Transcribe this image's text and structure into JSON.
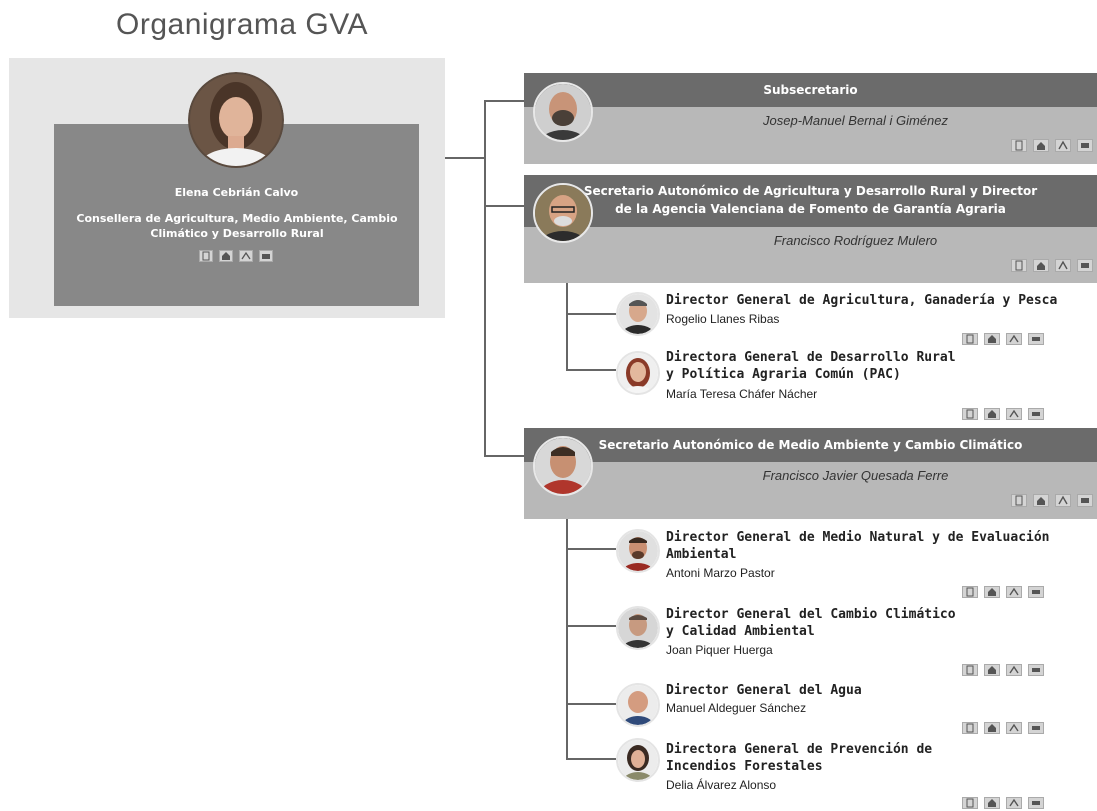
{
  "page": {
    "title": "Organigrama GVA"
  },
  "top": {
    "name": "Elena Cebrián Calvo",
    "role": "Consellera de Agricultura, Medio Ambiente, Cambio Climático y Desarrollo Rural",
    "avatar": "portrait-woman-brown-hair"
  },
  "colors": {
    "header_dark": "#6b6b6b",
    "card_gray": "#b8b8b8",
    "top_inner": "#888888",
    "top_bg": "#e6e6e6",
    "line": "#666666"
  },
  "icon_names": [
    "document-icon",
    "home-icon",
    "signature-icon",
    "mail-icon"
  ],
  "secretaries": [
    {
      "title": "Subsecretario",
      "name": "Josep-Manuel Bernal i Giménez",
      "avatar": "portrait-bald-man-beard"
    },
    {
      "title_line1": "Secretario Autonómico de Agricultura y Desarrollo Rural y Director",
      "title_line2": "de la Agencia Valenciana de Fomento de Garantía Agraria",
      "name": "Francisco Rodríguez Mulero",
      "avatar": "portrait-man-glasses"
    },
    {
      "title": "Secretario Autonómico de Medio Ambiente y Cambio Climático",
      "name": "Francisco Javier Quesada Ferre",
      "avatar": "portrait-man-red-sweater"
    }
  ],
  "directors": [
    {
      "title": "Director General de Agricultura, Ganadería y Pesca",
      "name": "Rogelio Llanes Ribas"
    },
    {
      "title": "Directora General de Desarrollo Rural\ny Política Agraria Común (PAC)",
      "name": "María Teresa Cháfer Nácher"
    },
    {
      "title": "Director General de Medio Natural y de Evaluación\nAmbiental",
      "name": "Antoni Marzo Pastor"
    },
    {
      "title": "Director General del Cambio Climático\ny Calidad Ambiental",
      "name": "Joan Piquer Huerga"
    },
    {
      "title": "Director General del Agua",
      "name": "Manuel Aldeguer Sánchez"
    },
    {
      "title": "Directora General de Prevención de\nIncendios Forestales",
      "name": "Delia Álvarez Alonso"
    }
  ]
}
